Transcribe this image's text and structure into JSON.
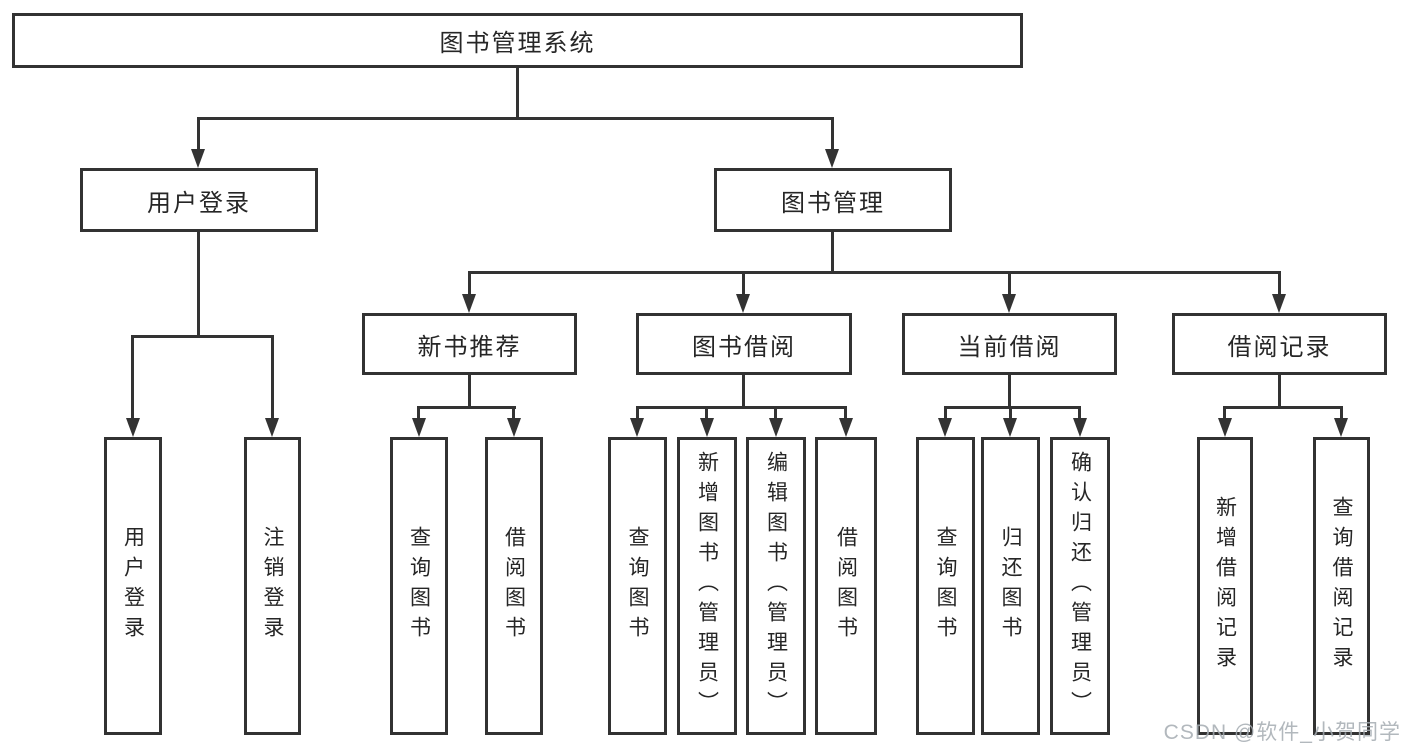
{
  "diagram": {
    "title": "图书管理系统",
    "root": {
      "label": "图书管理系统"
    },
    "branches": [
      {
        "label": "用户登录",
        "children": [
          {
            "label": "用户登录"
          },
          {
            "label": "注销登录"
          }
        ]
      },
      {
        "label": "图书管理",
        "children": [
          {
            "label": "新书推荐",
            "children": [
              {
                "label": "查询图书"
              },
              {
                "label": "借阅图书"
              }
            ]
          },
          {
            "label": "图书借阅",
            "children": [
              {
                "label": "查询图书"
              },
              {
                "label": "新增图书（管理员）"
              },
              {
                "label": "编辑图书（管理员）"
              },
              {
                "label": "借阅图书"
              }
            ]
          },
          {
            "label": "当前借阅",
            "children": [
              {
                "label": "查询图书"
              },
              {
                "label": "归还图书"
              },
              {
                "label": "确认归还（管理员）"
              }
            ]
          },
          {
            "label": "借阅记录",
            "children": [
              {
                "label": "新增借阅记录"
              },
              {
                "label": "查询借阅记录"
              }
            ]
          }
        ]
      }
    ],
    "style": {
      "line_color": "#333333",
      "box_border_color": "#323232",
      "text_color": "#262626",
      "watermark_color": "#a4abb2"
    }
  },
  "watermark": {
    "text": "CSDN @软件_小贺同学"
  }
}
